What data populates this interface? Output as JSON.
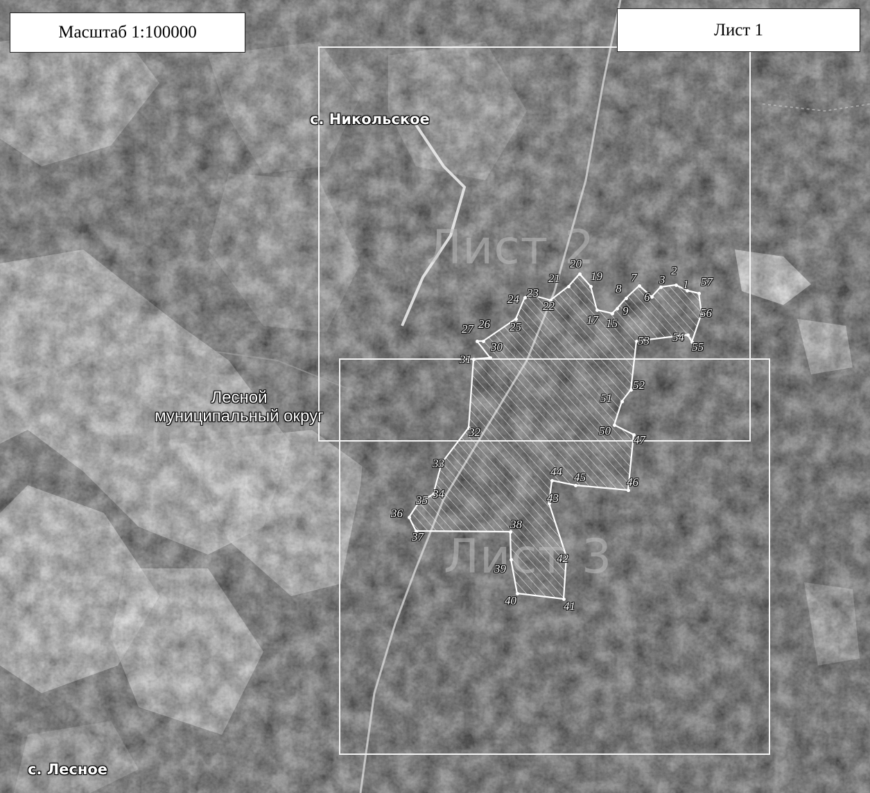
{
  "header": {
    "scale_label": "Масштаб 1:100000",
    "sheet_label": "Лист 1"
  },
  "places": {
    "nikolskoe": "с. Никольское",
    "lesnoe": "с. Лесное",
    "district_line1": "Лесной",
    "district_line2": "муниципальный округ"
  },
  "sheets": {
    "sheet2_label": "Лист 2",
    "sheet3_label": "Лист 3"
  },
  "boundary_points": [
    {
      "id": "1"
    },
    {
      "id": "2"
    },
    {
      "id": "3"
    },
    {
      "id": "6"
    },
    {
      "id": "7"
    },
    {
      "id": "8"
    },
    {
      "id": "9"
    },
    {
      "id": "15"
    },
    {
      "id": "17"
    },
    {
      "id": "19"
    },
    {
      "id": "20"
    },
    {
      "id": "21"
    },
    {
      "id": "22"
    },
    {
      "id": "23"
    },
    {
      "id": "24"
    },
    {
      "id": "25"
    },
    {
      "id": "26"
    },
    {
      "id": "27"
    },
    {
      "id": "30"
    },
    {
      "id": "31"
    },
    {
      "id": "32"
    },
    {
      "id": "33"
    },
    {
      "id": "34"
    },
    {
      "id": "35"
    },
    {
      "id": "36"
    },
    {
      "id": "37"
    },
    {
      "id": "38"
    },
    {
      "id": "39"
    },
    {
      "id": "40"
    },
    {
      "id": "41"
    },
    {
      "id": "42"
    },
    {
      "id": "43"
    },
    {
      "id": "44"
    },
    {
      "id": "45"
    },
    {
      "id": "46"
    },
    {
      "id": "47"
    },
    {
      "id": "50"
    },
    {
      "id": "51"
    },
    {
      "id": "52"
    },
    {
      "id": "53"
    },
    {
      "id": "54"
    },
    {
      "id": "55"
    },
    {
      "id": "56"
    },
    {
      "id": "57"
    }
  ]
}
